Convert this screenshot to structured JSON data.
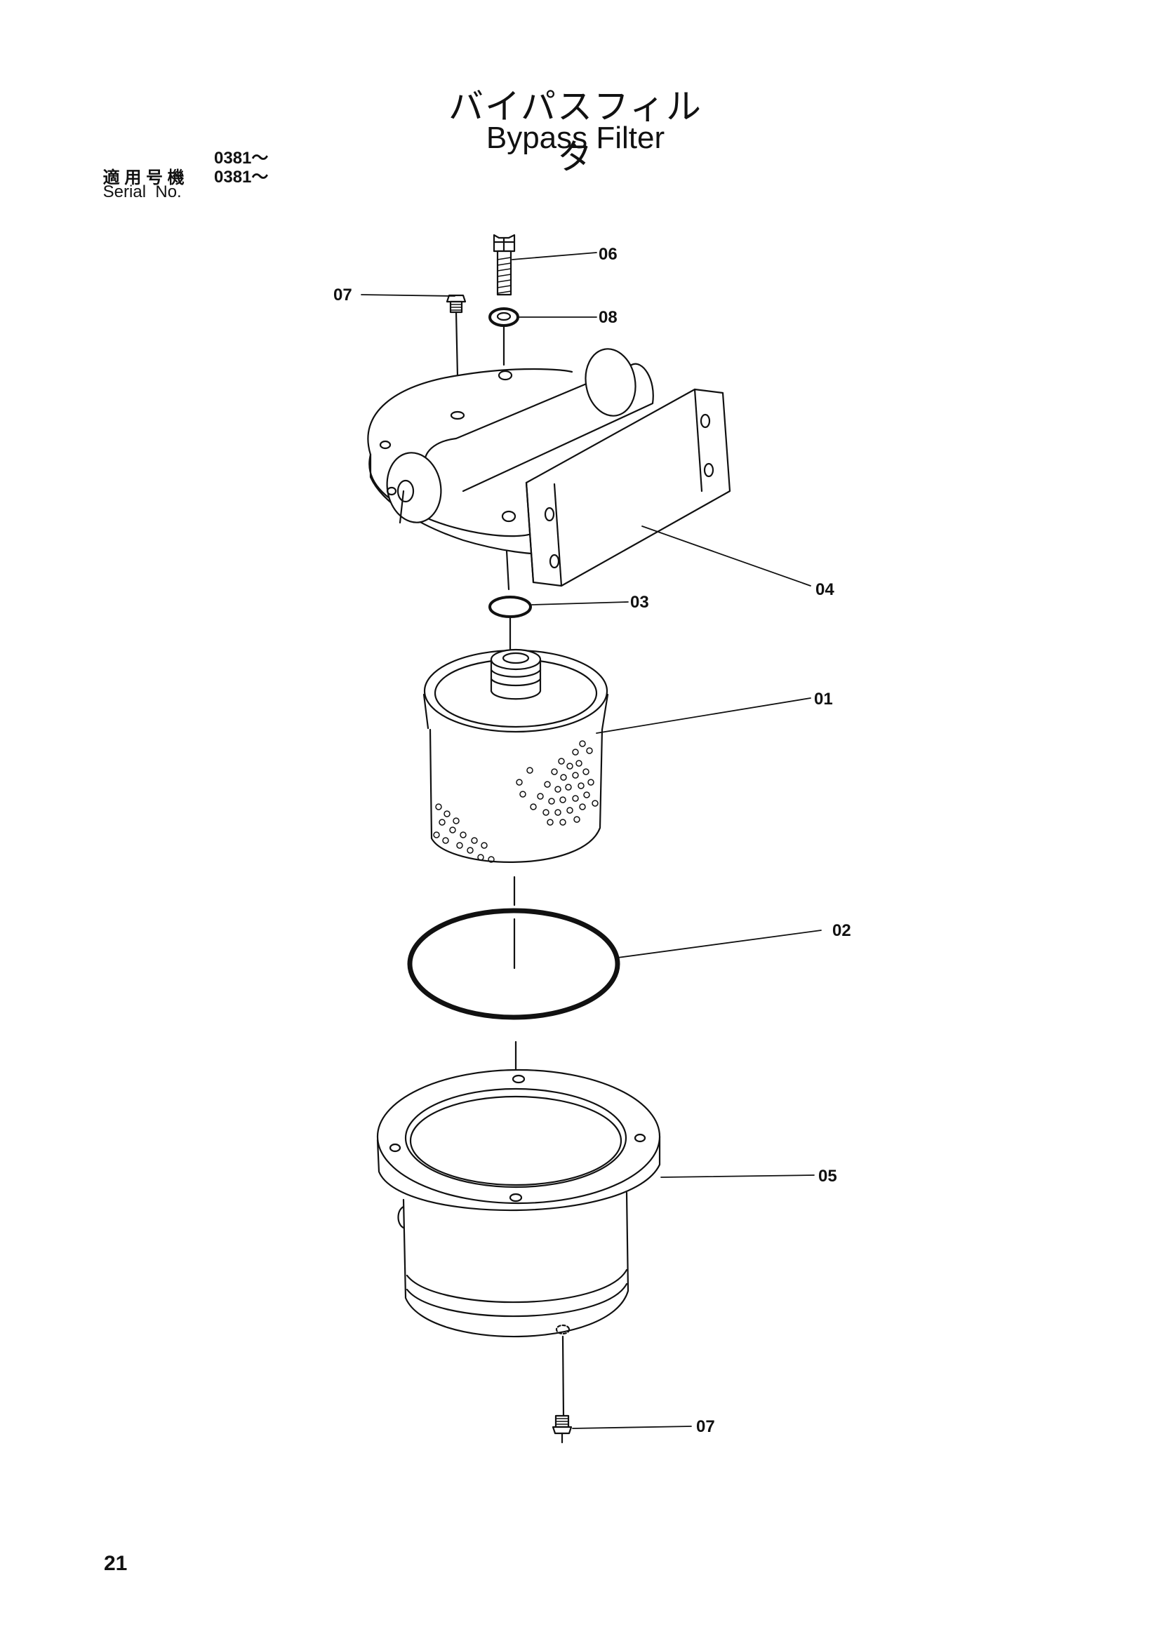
{
  "header": {
    "title_jp": "バイパスフィルタ",
    "title_en": "Bypass Filter",
    "serial_label_jp": "適 用 号 機",
    "serial_value_jp": "0381～",
    "serial_label_en": "Serial  No.",
    "serial_value_en": "0381～"
  },
  "callouts": [
    "06",
    "07",
    "08",
    "04",
    "03",
    "01",
    "02",
    "05",
    "07"
  ],
  "page_number": "21"
}
